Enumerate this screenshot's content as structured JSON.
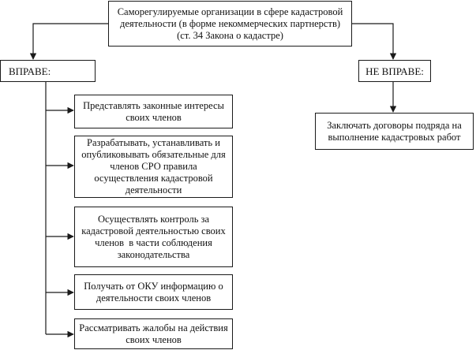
{
  "diagram": {
    "root": {
      "lines": [
        "Саморегулируемые организации в сфере кадастровой",
        "деятельности (в форме некоммерческих партнерств)",
        "(ст. 34 Закона о кадастре)"
      ]
    },
    "allowed": {
      "label": "ВПРАВЕ:",
      "items": [
        {
          "lines": [
            "Представлять законные интересы",
            "своих членов"
          ]
        },
        {
          "lines": [
            "Разрабатывать, устанавливать и",
            "опубликовывать обязательные для",
            "членов СРО правила",
            "осуществления кадастровой",
            "деятельности"
          ]
        },
        {
          "lines": [
            "Осуществлять контроль за",
            "кадастровой деятельностью своих",
            "членов  в части соблюдения",
            "законодательства"
          ]
        },
        {
          "lines": [
            "Получать от ОКУ информацию о",
            "деятельности своих членов"
          ]
        },
        {
          "lines": [
            "Рассматривать жалобы на действия",
            "своих членов"
          ]
        }
      ]
    },
    "denied": {
      "label": "НЕ ВПРАВЕ:",
      "items": [
        {
          "lines": [
            "Заключать договоры подряда на",
            "выполнение кадастровых работ"
          ]
        }
      ]
    }
  }
}
